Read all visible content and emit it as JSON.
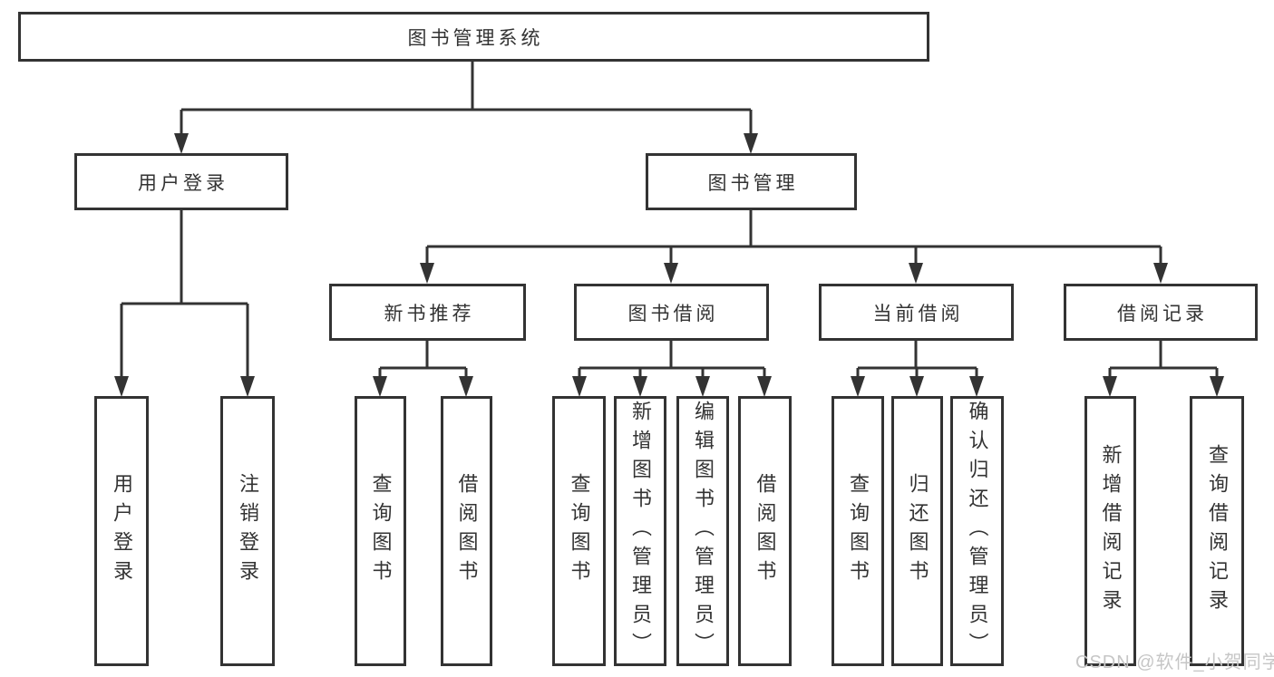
{
  "diagram_title": "图书管理系统",
  "watermark": {
    "text": "CSDN @软件_小贺同学"
  },
  "colors": {
    "background": "#ffffff",
    "line": "#333333",
    "box_border": "#333333",
    "box_fill": "#ffffff",
    "text": "#333333",
    "watermark": "#c6c6c6"
  },
  "tree": {
    "label": "图书管理系统",
    "children": [
      {
        "label": "用户登录",
        "children": [
          {
            "label": "用户登录"
          },
          {
            "label": "注销登录"
          }
        ]
      },
      {
        "label": "图书管理",
        "children": [
          {
            "label": "新书推荐",
            "children": [
              {
                "label": "查询图书"
              },
              {
                "label": "借阅图书"
              }
            ]
          },
          {
            "label": "图书借阅",
            "children": [
              {
                "label": "查询图书"
              },
              {
                "label": "新增图书（管理员）"
              },
              {
                "label": "编辑图书（管理员）"
              },
              {
                "label": "借阅图书"
              }
            ]
          },
          {
            "label": "当前借阅",
            "children": [
              {
                "label": "查询图书"
              },
              {
                "label": "归还图书"
              },
              {
                "label": "确认归还（管理员）"
              }
            ]
          },
          {
            "label": "借阅记录",
            "children": [
              {
                "label": "新增借阅记录"
              },
              {
                "label": "查询借阅记录"
              }
            ]
          }
        ]
      }
    ]
  }
}
